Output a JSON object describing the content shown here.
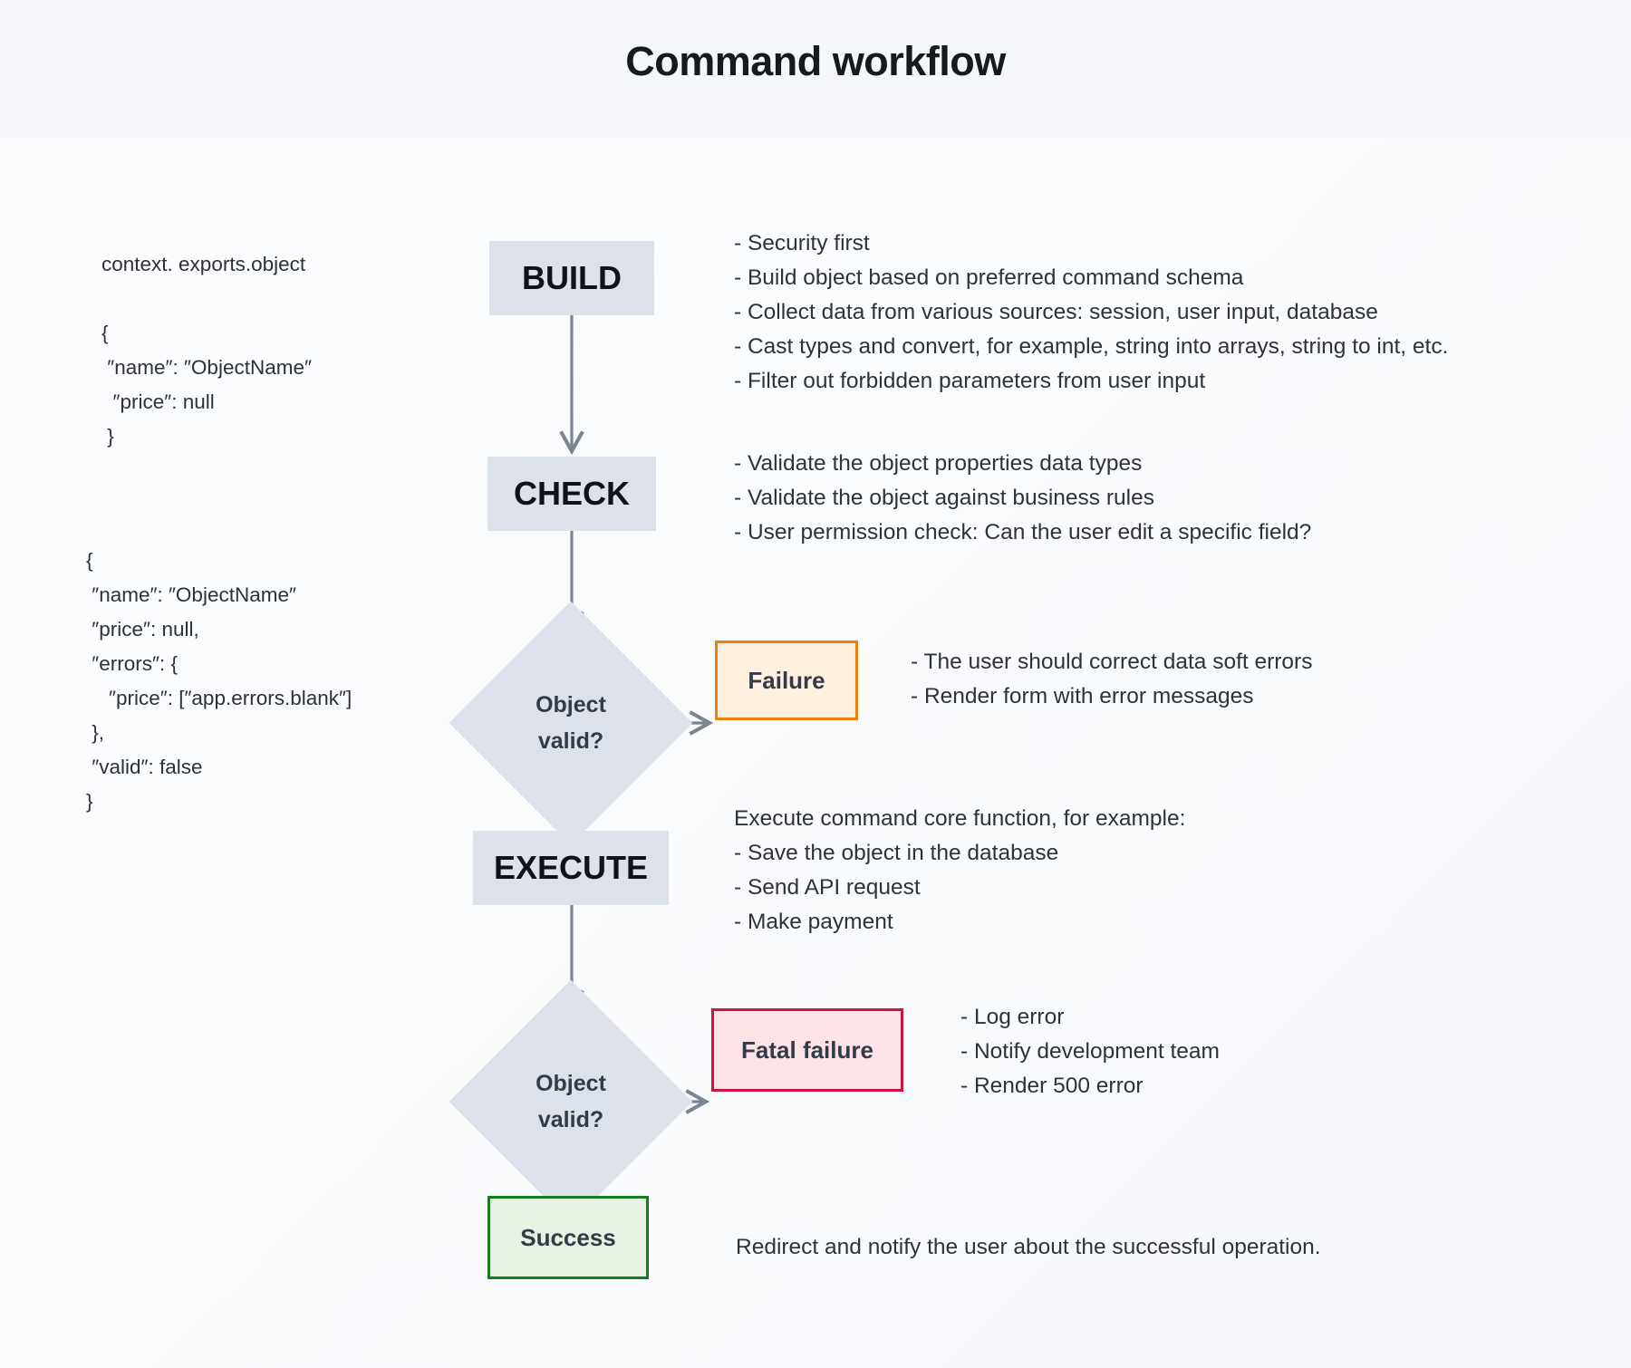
{
  "header": {
    "title": "Command workflow"
  },
  "code_blocks": [
    {
      "id": "context-exports-object",
      "lines": [
        "context. exports.object",
        "",
        "{",
        " ″name″: ″ObjectName″",
        "  ″price″: null",
        " }"
      ]
    },
    {
      "id": "validation-result-object",
      "lines": [
        "{",
        " ″name″: ″ObjectName″",
        " ″price″: null,",
        " ″errors″: {",
        "    ″price″: [″app.errors.blank″]",
        " },",
        " ″valid″: false",
        "}"
      ]
    }
  ],
  "flow": {
    "nodes": {
      "build": "BUILD",
      "check": "CHECK",
      "execute": "EXECUTE",
      "decision_1_line_1": "Object",
      "decision_1_line_2": "valid?",
      "decision_2_line_1": "Object",
      "decision_2_line_2": "valid?",
      "failure": "Failure",
      "fatal_failure": "Fatal failure",
      "success": "Success"
    }
  },
  "annotations": {
    "build": [
      "- Security first",
      "- Build object based on preferred command schema",
      "- Collect data from various sources: session, user input, database",
      "- Cast types and convert, for example, string into arrays, string to int, etc.",
      "- Filter out forbidden parameters from user input"
    ],
    "check": [
      "- Validate the object properties data types",
      "- Validate the object against business rules",
      "- User permission check: Can the user edit a specific field?"
    ],
    "failure": [
      "- The user should correct data soft errors",
      "- Render form with error messages"
    ],
    "execute": [
      "Execute command core function, for example:",
      "- Save the object in the database",
      "- Send API request",
      "- Make payment"
    ],
    "fatal_failure": [
      "- Log error",
      "- Notify development team",
      "- Render 500 error"
    ],
    "success": [
      "Redirect and notify the user about the successful operation."
    ]
  },
  "colors": {
    "page_background": "#f7f8fc",
    "header_background": "#f4f6fb",
    "stage_fill": "#dce1ea",
    "connector": "#7b8494",
    "failure_border": "#e8820c",
    "failure_fill": "#fdf0df",
    "fatal_border": "#cf1440",
    "fatal_fill": "#fde3e8",
    "success_border": "#197b20",
    "success_fill": "#e7f2e2",
    "text": "#2e3338"
  }
}
